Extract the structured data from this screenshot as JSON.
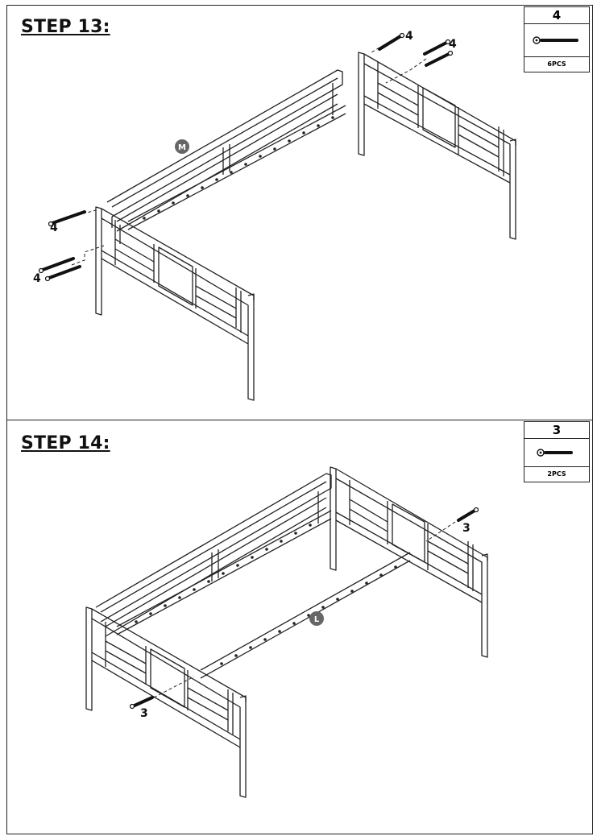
{
  "step13": {
    "title": "STEP 13:",
    "hardware": {
      "part_number": "4",
      "quantity": "6PCS",
      "icon": "bolt-icon"
    },
    "part_label": "M",
    "callouts": [
      "4",
      "4",
      "4",
      "4"
    ]
  },
  "step14": {
    "title": "STEP 14:",
    "hardware": {
      "part_number": "3",
      "quantity": "2PCS",
      "icon": "bolt-icon"
    },
    "part_label": "L",
    "callouts": [
      "3",
      "3"
    ]
  }
}
